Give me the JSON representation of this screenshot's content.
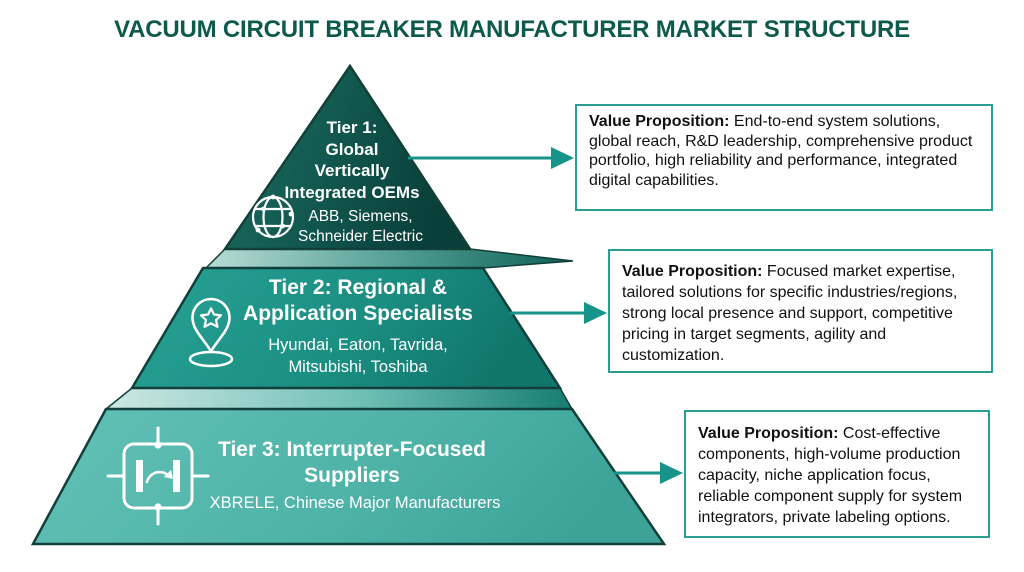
{
  "title": "VACUUM CIRCUIT BREAKER MANUFACTURER MARKET STRUCTURE",
  "colors": {
    "title_text": "#0d5a4c",
    "tier1_fill": "#0f5a50",
    "tier2_fill": "#1e9488",
    "tier3_fill": "#55b9ae",
    "arrow_accent": "#17948a",
    "box_border": "#2a9e95",
    "shape_outline": "#123f3a",
    "tier_text": "#ffffff",
    "box_text": "#111111"
  },
  "tiers": [
    {
      "name": "Tier 1",
      "icon": "globe-icon",
      "heading_lines": [
        "Tier 1:",
        "Global",
        "Vertically",
        "Integrated OEMs"
      ],
      "companies_lines": [
        "ABB, Siemens,",
        "Schneider Electric"
      ],
      "value_proposition": {
        "label": "Value Proposition:",
        "text": "End-to-end system solutions, global reach, R&D leadership, comprehensive product portfolio, high reliability and performance, integrated digital capabilities."
      }
    },
    {
      "name": "Tier 2",
      "icon": "location-pin-star-icon",
      "heading_lines": [
        "Tier 2: Regional &",
        "Application Specialists"
      ],
      "companies_lines": [
        "Hyundai, Eaton, Tavrida,",
        "Mitsubishi, Toshiba"
      ],
      "value_proposition": {
        "label": "Value Proposition:",
        "text": "Focused market expertise, tailored solutions for specific industries/regions, strong local presence and support, competitive pricing in target segments, agility and customization."
      }
    },
    {
      "name": "Tier 3",
      "icon": "vacuum-interrupter-icon",
      "heading_lines": [
        "Tier 3: Interrupter-Focused",
        "Suppliers"
      ],
      "companies_lines": [
        "XBRELE, Chinese Major Manufacturers"
      ],
      "value_proposition": {
        "label": "Value Proposition:",
        "text": "Cost-effective components, high-volume production capacity, niche application focus, reliable component supply for system integrators, private labeling options."
      }
    }
  ]
}
